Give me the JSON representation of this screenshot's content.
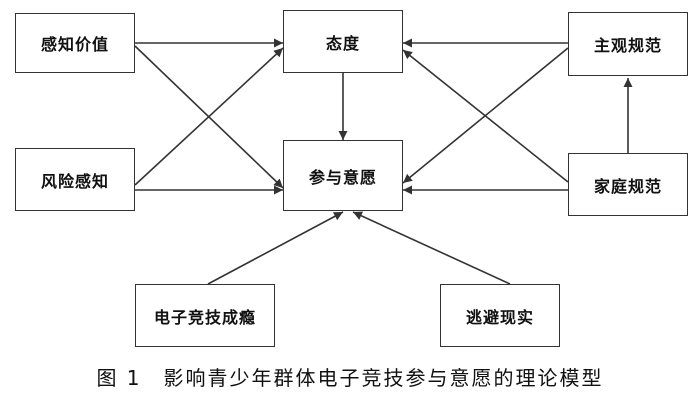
{
  "nodes": {
    "perceived_value": "感知价值",
    "attitude": "态度",
    "subjective_norm": "主观规范",
    "perceived_risk": "风险感知",
    "participation_intention": "参与意愿",
    "family_norm": "家庭规范",
    "esports_addiction": "电子竞技成瘾",
    "escape_reality": "逃避现实"
  },
  "caption": "图 1　影响青少年群体电子竞技参与意愿的理论模型"
}
